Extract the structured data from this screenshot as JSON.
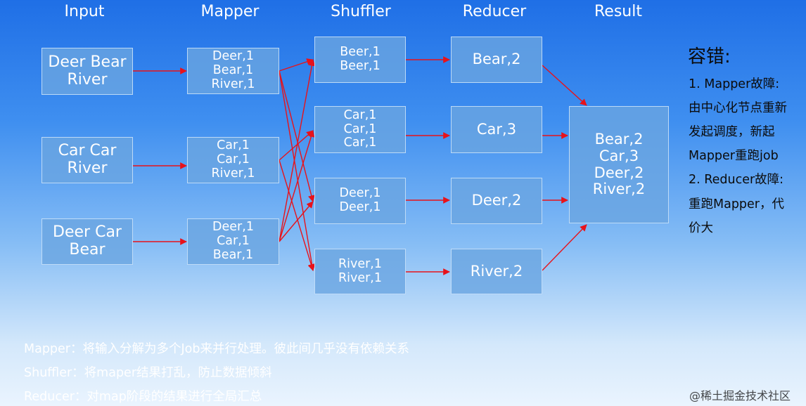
{
  "headers": {
    "input": "Input",
    "mapper": "Mapper",
    "shuffler": "Shuffler",
    "reducer": "Reducer",
    "result": "Result"
  },
  "input": [
    [
      "Deer Bear",
      "River"
    ],
    [
      "Car Car",
      "River"
    ],
    [
      "Deer Car",
      "Bear"
    ]
  ],
  "mapper": [
    [
      "Deer,1",
      "Bear,1",
      "River,1"
    ],
    [
      "Car,1",
      "Car,1",
      "River,1"
    ],
    [
      "Deer,1",
      "Car,1",
      "Bear,1"
    ]
  ],
  "shuffler": [
    [
      "Beer,1",
      "Beer,1"
    ],
    [
      "Car,1",
      "Car,1",
      "Car,1"
    ],
    [
      "Deer,1",
      "Deer,1"
    ],
    [
      "River,1",
      "River,1"
    ]
  ],
  "reducer": [
    "Bear,2",
    "Car,3",
    "Deer,2",
    "River,2"
  ],
  "result": [
    "Bear,2",
    "Car,3",
    "Deer,2",
    "River,2"
  ],
  "fault_tolerance": {
    "title": "容错:",
    "lines": [
      "1. Mapper故障:",
      "由中心化节点重新",
      "发起调度，新起",
      "Mapper重跑job",
      "2. Reducer故障:",
      "重跑Mapper，代",
      "价大"
    ]
  },
  "notes": [
    "Mapper：将输入分解为多个Job来并行处理。彼此间几乎没有依赖关系",
    "Shuffler：将maper结果打乱，防止数据倾斜",
    "Reducer：对map阶段的结果进行全局汇总"
  ],
  "watermark": "@稀土掘金技术社区",
  "colors": {
    "arrow": "#e8121a",
    "node_fill": "#6aa5e1",
    "text": "#ffffff"
  }
}
